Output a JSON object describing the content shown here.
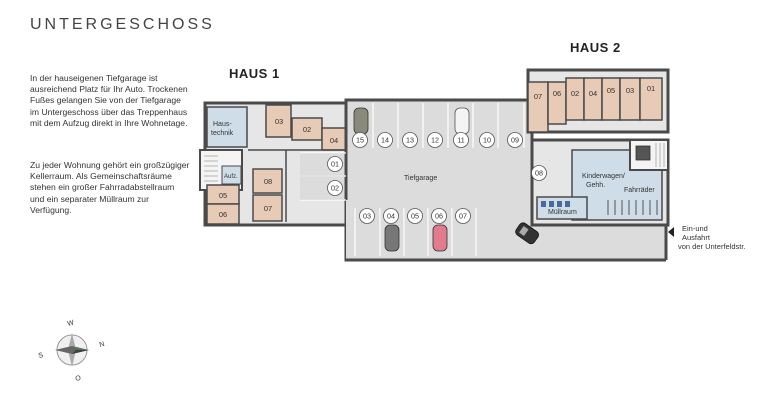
{
  "title": "UNTERGESCHOSS",
  "description": {
    "paragraph1": "In der hauseigenen Tiefgarage ist ausreichend Platz für Ihr Auto. Trockenen Fußes gelangen Sie von der Tiefgarage im Untergeschoss über das Treppenhaus mit dem Aufzug direkt in Ihre Wohnetage.",
    "paragraph2": "Zu jeder Wohnung gehört ein großzügiger Kellerraum. Als Gemeinschaftsräume stehen ein großer Fahrradabstellraum und ein separater Müllraum zur Verfügung."
  },
  "haus1": {
    "label": "HAUS 1",
    "rooms": {
      "haustechnik_line1": "Haus-",
      "haustechnik_line2": "technik",
      "elevator": "Aufz."
    },
    "cellars": [
      "03",
      "02",
      "04",
      "08",
      "05",
      "07",
      "06"
    ]
  },
  "haus2": {
    "label": "HAUS 2",
    "cellars": [
      "07",
      "06",
      "02",
      "04",
      "05",
      "03",
      "01"
    ],
    "rooms": {
      "kinderwagen_line1": "Kinderwagen/",
      "kinderwagen_line2": "Gehh.",
      "fahrraeder": "Fahrräder",
      "muellraum": "Müllraum"
    }
  },
  "garage": {
    "label": "Tiefgarage",
    "top_row": [
      "15",
      "14",
      "13",
      "12",
      "11",
      "10",
      "09"
    ],
    "bottom_row": [
      "03",
      "04",
      "05",
      "06",
      "07"
    ],
    "left_column": [
      "01",
      "02"
    ],
    "right_spot": "08"
  },
  "exit_note": {
    "line1": "Ein-und",
    "line2": "Ausfahrt",
    "line3": "von der Unterfeldstr."
  },
  "compass": {
    "n": "N",
    "s": "S",
    "w": "W",
    "o": "O"
  },
  "colors": {
    "cellar": "#e8cbb6",
    "wall": "#4a4a4a",
    "floor": "#d9d9d9",
    "parking": "#c8c8c8",
    "service": "#cfdde8"
  }
}
